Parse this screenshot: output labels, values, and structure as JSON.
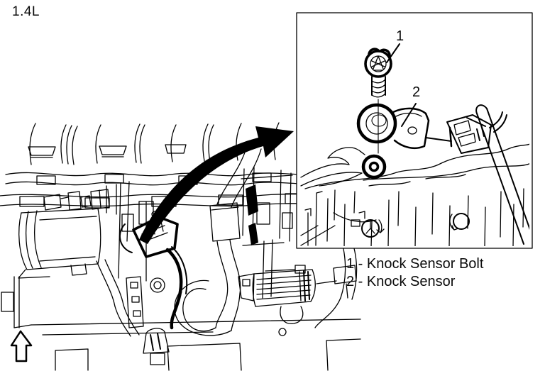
{
  "diagram": {
    "variant_label": "1.4L",
    "callouts": {
      "bolt": "1",
      "sensor": "2"
    },
    "legend": {
      "items": [
        "1 - Knock Sensor Bolt",
        "2 - Knock Sensor"
      ]
    },
    "colors": {
      "line": "#000000",
      "background": "#ffffff"
    }
  }
}
